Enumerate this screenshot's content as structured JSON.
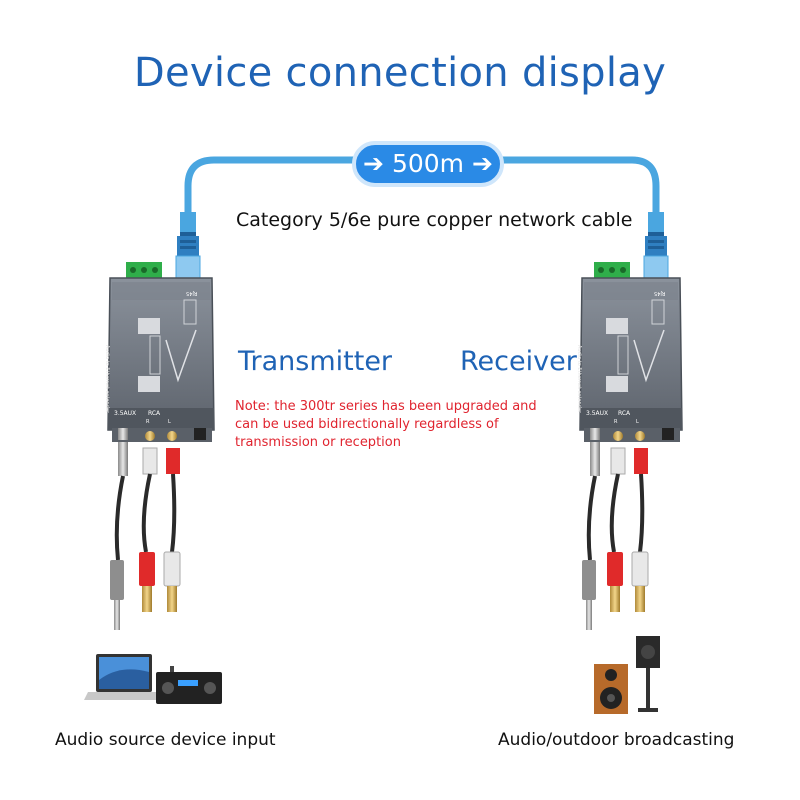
{
  "title": "Device connection display",
  "distance": "500m",
  "cable_label": "Category 5/6e pure copper network cable",
  "transmitter_label": "Transmitter",
  "receiver_label": "Receiver",
  "note_lines": [
    "Note: the 300tr series has been upgraded and",
    "can be used bidirectionally regardless of",
    "transmission or reception"
  ],
  "device_labels": {
    "aux": "3.5AUX",
    "rca": "RCA",
    "rca_r": "R",
    "rca_l": "L",
    "rj45": "RJ45",
    "body_text": "Audio to Ethernet extender"
  },
  "source_caption": "Audio source device input",
  "destination_caption": "Audio/outdoor broadcasting",
  "colors": {
    "title": "#1f63b5",
    "cable": "#4aa6e0",
    "pill": "#2a8ae6",
    "note": "#e0242f",
    "device_body": "#6d7480",
    "terminal_green": "#2fae4a",
    "rca_red": "#e02a2a"
  },
  "icons": [
    "laptop-icon",
    "audio-amplifier-icon",
    "speaker-icon",
    "arrow-right-icon"
  ]
}
